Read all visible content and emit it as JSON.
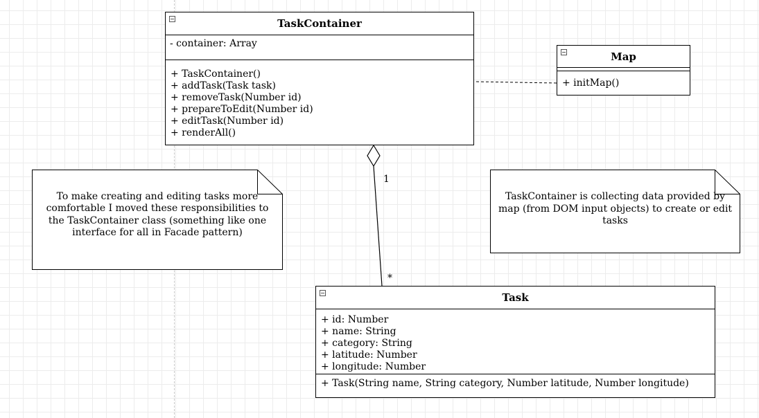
{
  "classes": {
    "task_container": {
      "name": "TaskContainer",
      "attributes": [
        "- container: Array"
      ],
      "methods": [
        "+ TaskContainer()",
        "+ addTask(Task task)",
        "+ removeTask(Number id)",
        "+ prepareToEdit(Number id)",
        "+ editTask(Number id)",
        "+ renderAll()"
      ]
    },
    "map": {
      "name": "Map",
      "attributes": [],
      "methods": [
        "+ initMap()"
      ]
    },
    "task": {
      "name": "Task",
      "attributes": [
        "+ id: Number",
        "+ name: String",
        "+ category: String",
        "+ latitude: Number",
        "+ longitude: Number"
      ],
      "methods": [
        "+ Task(String name, String category, Number latitude, Number longitude)"
      ]
    }
  },
  "notes": {
    "facade": "To make creating and editing tasks more comfortable I moved these responsibilities to the TaskContainer class (something like one interface for all in Facade pattern)",
    "map_data": "TaskContainer is collecting data provided by map (from DOM input objects) to create or edit tasks"
  },
  "aggregation": {
    "source_multiplicity": "1",
    "target_multiplicity": "*"
  }
}
